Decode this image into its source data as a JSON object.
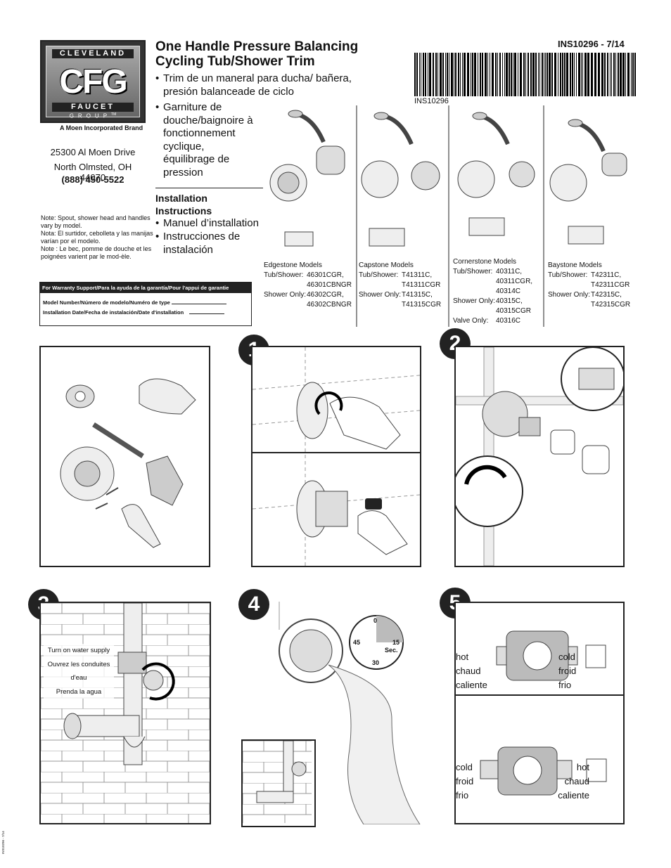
{
  "logo": {
    "top_text": "CLEVELAND",
    "mark": "CFG",
    "band_text": "FAUCET",
    "bottom_text": "GROUP",
    "tm": "TM",
    "tagline": "A Moen Incorporated Brand"
  },
  "header": {
    "title_line1": "One Handle Pressure Balancing",
    "title_line2": "Cycling  Tub/Shower Trim",
    "doc_number": "INS10296 - 7/14",
    "barcode_label": "INS10296",
    "spanish_title": "Trim de un maneral para ducha/ bañera, presión balanceade de ciclo",
    "french_title_lines": [
      "Garniture de",
      "douche/baignoire à",
      "fonctionnement",
      "cyclique,",
      "équilibrage de",
      "pression"
    ]
  },
  "address": {
    "line1": "25300 Al Moen Drive",
    "line2": "North Olmsted, OH 44070",
    "phone": "(888) 450-5522"
  },
  "instructions": {
    "heading_line1": "Installation",
    "heading_line2": "Instructions",
    "french_lines": [
      "Manuel d’installation"
    ],
    "spanish_lines": [
      "Instrucciones de",
      "instalación"
    ]
  },
  "note": "Note: Spout, shower head and handles vary by model.\nNota: El surtidor, cebolleta y las manijas varían por el modelo.\nNote : Le bec, pomme de douche et les poignées varient par le mod-èle.",
  "warranty": {
    "header": "For Warranty Support/Para la ayuda de la garantía/Pour l'appui de garantie",
    "model_line": "Model Number/Número de modelo/Numéro de type",
    "date_line": "Installation Date/Fecha de instalación/Date d'installation"
  },
  "models": [
    {
      "name": "Edgestone Models",
      "rows": [
        [
          "Tub/Shower:",
          "46301CGR,"
        ],
        [
          "",
          "46301CBNGR"
        ],
        [
          "Shower Only:",
          "46302CGR,"
        ],
        [
          "",
          "46302CBNGR"
        ]
      ]
    },
    {
      "name": "Capstone Models",
      "rows": [
        [
          "Tub/Shower:",
          "T41311C,"
        ],
        [
          "",
          "T41311CGR"
        ],
        [
          "Shower Only:",
          "T41315C,"
        ],
        [
          "",
          "T41315CGR"
        ]
      ]
    },
    {
      "name": "Cornerstone Models",
      "rows": [
        [
          "Tub/Shower:",
          "40311C,"
        ],
        [
          "",
          "40311CGR,"
        ],
        [
          "",
          "40314C"
        ],
        [
          "Shower Only:",
          "40315C,"
        ],
        [
          "",
          "40315CGR"
        ],
        [
          "Valve Only:",
          "40316C"
        ]
      ]
    },
    {
      "name": "Baystone Models",
      "rows": [
        [
          "Tub/Shower:",
          "T42311C,"
        ],
        [
          "",
          "T42311CGR"
        ],
        [
          "Shower Only:",
          "T42315C,"
        ],
        [
          "",
          "T42315CGR"
        ]
      ]
    }
  ],
  "steps": {
    "s1": "1",
    "s2": "2",
    "s3": "3",
    "s4": "4",
    "s5": "5",
    "s3_text": [
      "Turn on water supply",
      "Ouvrez les conduites d'eau",
      "Prenda la agua"
    ],
    "timer": {
      "t0": "0",
      "t15": "15",
      "t30": "30",
      "t45": "45",
      "unit": "Sec.",
      "seconds": 15
    },
    "s5_top_left": [
      "hot",
      "chaud",
      "caliente"
    ],
    "s5_top_right": [
      "cold",
      "froid",
      "frio"
    ],
    "s5_bottom_left": [
      "cold",
      "froid",
      "frio"
    ],
    "s5_bottom_right": [
      "hot",
      "chaud",
      "caliente"
    ]
  },
  "footer": {
    "side_text": "INS10296 - 7/14"
  }
}
